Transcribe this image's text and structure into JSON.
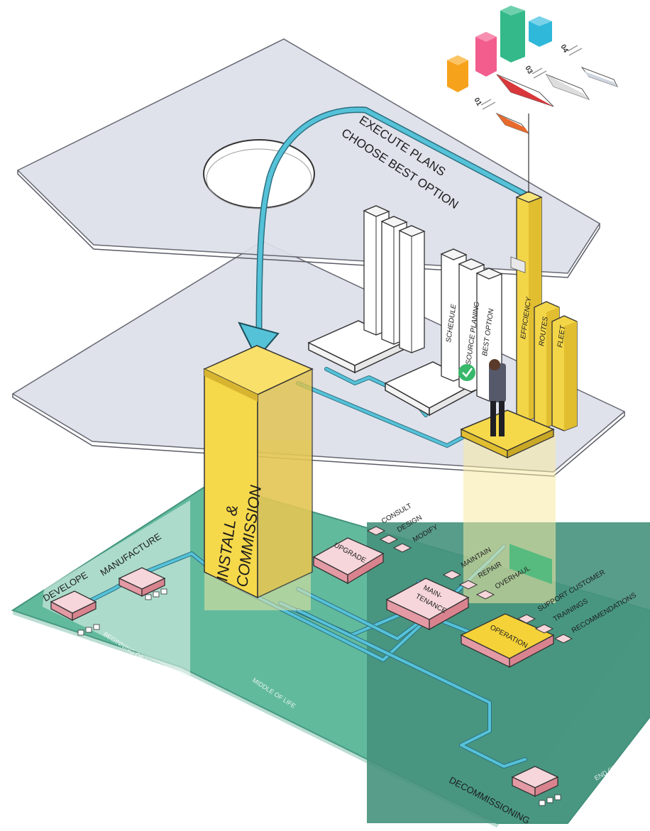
{
  "top_plane": {
    "line1": "EXECUTE PLANS",
    "line2": "CHOOSE BEST OPTION"
  },
  "infographic": {
    "labels": [
      "01",
      "03",
      "04"
    ],
    "bar_colors": [
      "#f7a21b",
      "#f25d8e",
      "#33b98a",
      "#2fb8d9"
    ]
  },
  "middle_plane": {
    "bars": [
      "SCHEDULE",
      "RESOURCE PLANING",
      "BEST OPTION"
    ],
    "yellow_bars": [
      "EFFICIENCY",
      "ROUTES",
      "FLEET"
    ]
  },
  "install": {
    "line1": "INSTALL &",
    "line2": "COMMISSION"
  },
  "stages": {
    "develope": "DEVELOPE",
    "manufacture": "MANUFACTURE",
    "upgrade": "UPGRADE",
    "maintenance_line1": "MAIN-",
    "maintenance_line2": "TENANCE",
    "operation": "OPERATION",
    "decommissioning": "DECOMMISSIONING"
  },
  "upgrade_items": [
    "CONSULT",
    "DESIGN",
    "MODIFY"
  ],
  "maintenance_items": [
    "MAINTAIN",
    "REPAIR",
    "OVERHAUL"
  ],
  "operation_items": [
    "SUPPORT CUSTOMER",
    "TRAININGS",
    "RECOMMENDATIONS"
  ],
  "life_phases": {
    "beginning": "BEGINNING OF LIFE",
    "middle": "MIDDLE OF LIFE",
    "end": "END OF LIFE"
  },
  "colors": {
    "plane_gray": "#dfe1ea",
    "ground_green": "#6cc4a6",
    "dark_green": "#4b9a85",
    "pipe_blue": "#4fbfd6",
    "yellow": "#f5d84a",
    "pink": "#f3d8dc"
  }
}
